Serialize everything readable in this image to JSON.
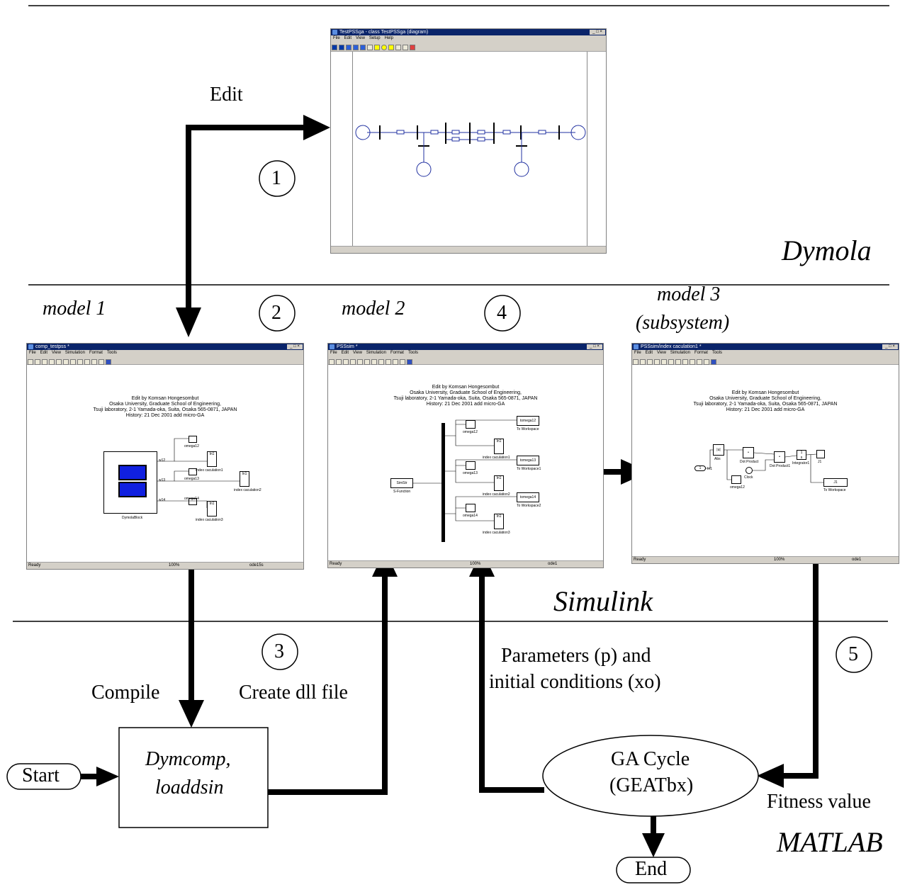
{
  "labels": {
    "edit": "Edit",
    "compile": "Compile",
    "create_dll": "Create dll file",
    "parameters_line1": "Parameters (p) and",
    "parameters_line2": "initial conditions (xo)",
    "fitness": "Fitness value"
  },
  "sections": {
    "dymola": "Dymola",
    "simulink": "Simulink",
    "matlab": "MATLAB"
  },
  "models": {
    "model1": "model 1",
    "model2": "model 2",
    "model3_line1": "model 3",
    "model3_line2": "(subsystem)"
  },
  "steps": [
    "1",
    "2",
    "3",
    "4",
    "5"
  ],
  "nodes": {
    "start": "Start",
    "dymcomp_line1": "Dymcomp,",
    "dymcomp_line2": "loaddsin",
    "ga_line1": "GA Cycle",
    "ga_line2": "(GEATbx)",
    "end": "End"
  },
  "dymola_window": {
    "title": "TestPSSga - class TestPSSga (diagram)",
    "menu": [
      "File",
      "Edit",
      "View",
      "Setup",
      "Help"
    ]
  },
  "sim_header": {
    "line1": "Edit by Komsan Hongesombut",
    "line2": "Osaka University, Graduate School of Engineering,",
    "line3": "Tsuji laboratory, 2-1 Yamada-oka, Suita, Osaka 565-0871, JAPAN",
    "line4": "History: 21 Dec 2001   add micro-GA"
  },
  "sim_menu": [
    "File",
    "Edit",
    "View",
    "Simulation",
    "Format",
    "Tools"
  ],
  "windows": {
    "w1": {
      "title": "comp_testpss *",
      "status": "Ready",
      "zoom": "100%",
      "solver": "ode15s"
    },
    "w2": {
      "title": "PSSsim *",
      "status": "Ready",
      "zoom": "100%",
      "solver": "ode1"
    },
    "w3": {
      "title": "PSSsim/index caculation1 *",
      "status": "Ready",
      "zoom": "100%",
      "solver": "ode1"
    }
  },
  "blocks_w1": {
    "omega12": "omega12",
    "omega13": "omega13",
    "omega14": "omega14",
    "idx1": "index caculation1",
    "idx2": "index caculation2",
    "idx3": "index caculation3",
    "dymola_block": "DymolaBlock",
    "in1": "In1",
    "w12": "w12",
    "w13": "w13",
    "w14": "w14"
  },
  "blocks_w2": {
    "simstr": "SimStr",
    "sfunction": "S-Function",
    "omega12": "omega12",
    "omega13": "omega13",
    "omega14": "omega14",
    "tw1": "To Workspace",
    "tw2": "To Workspace1",
    "tw3": "To Workspace2",
    "tomega12": "tomega12",
    "tomega13": "tomega13",
    "tomega14": "tomega14",
    "in1": "In1",
    "idx1": "index caculation1",
    "idx2": "index caculation2",
    "idx3": "index caculation3"
  },
  "blocks_w3": {
    "in1": "In1",
    "abs": "Abs",
    "abs_sym": "|u|",
    "dot1": "Dot Product",
    "dot2": "Dot Product1",
    "clock": "Clock",
    "integrator": "Integrator1",
    "j1": "J1",
    "tw": "To Workspace",
    "omega12": "omega12"
  }
}
